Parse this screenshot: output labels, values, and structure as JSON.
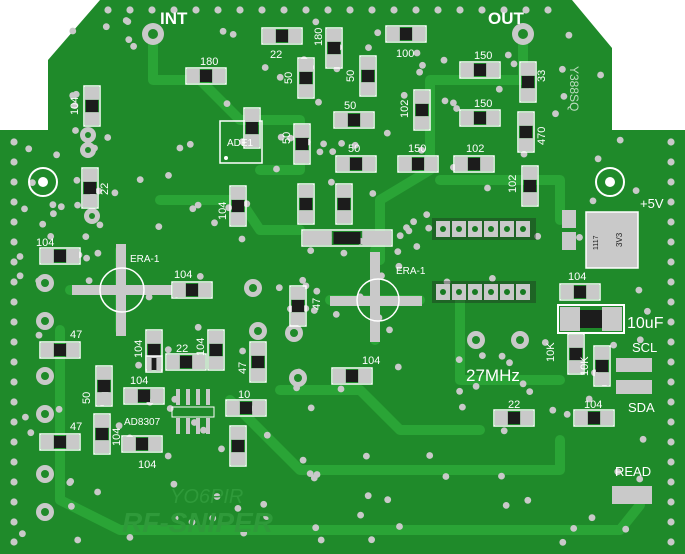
{
  "board": {
    "title": "RF-SNIPER",
    "author": "YO6PIR",
    "version_mark": "Y388SQ",
    "colors": {
      "board": "#1f8a2a",
      "board_dark": "#187a22",
      "trace": "#2aa436",
      "pad": "#c9c9c9",
      "silk": "#ffffff",
      "smd_body": "#1c1c1c",
      "background": "#ffffff"
    }
  },
  "connectors": {
    "in_label": "INT",
    "out_label": "OUT",
    "power_label": "+5V",
    "scl_label": "SCL",
    "sda_label": "SDA",
    "read_label": "READ"
  },
  "ics": {
    "amp1": "ERA-1",
    "amp2": "ERA-1",
    "mixer": "ADE1",
    "detector": "AD8307",
    "regulator": "3V3",
    "regulator_marking": "1117"
  },
  "crystal": "27MHz",
  "capacitor_big": "10uF",
  "components": [
    {
      "id": "c1",
      "text": "22"
    },
    {
      "id": "c2",
      "text": "180"
    },
    {
      "id": "c3",
      "text": "100"
    },
    {
      "id": "c4",
      "text": "180"
    },
    {
      "id": "c5",
      "text": "50"
    },
    {
      "id": "c6",
      "text": "50"
    },
    {
      "id": "c7",
      "text": "150"
    },
    {
      "id": "c8",
      "text": "33"
    },
    {
      "id": "c9",
      "text": "104"
    },
    {
      "id": "c10",
      "text": "50"
    },
    {
      "id": "c11",
      "text": "102"
    },
    {
      "id": "c12",
      "text": "150"
    },
    {
      "id": "c13",
      "text": "50"
    },
    {
      "id": "c14",
      "text": "50"
    },
    {
      "id": "c15",
      "text": "150"
    },
    {
      "id": "c16",
      "text": "102"
    },
    {
      "id": "c17",
      "text": "470"
    },
    {
      "id": "c18",
      "text": "22"
    },
    {
      "id": "c19",
      "text": "102"
    },
    {
      "id": "c20",
      "text": "104"
    },
    {
      "id": "c21",
      "text": "104"
    },
    {
      "id": "c22",
      "text": "104"
    },
    {
      "id": "c23",
      "text": "47"
    },
    {
      "id": "c24",
      "text": "104"
    },
    {
      "id": "c25",
      "text": "47"
    },
    {
      "id": "c26",
      "text": "104"
    },
    {
      "id": "c27",
      "text": "22"
    },
    {
      "id": "c28",
      "text": "104"
    },
    {
      "id": "c29",
      "text": "47"
    },
    {
      "id": "c30",
      "text": "104"
    },
    {
      "id": "c31",
      "text": "50"
    },
    {
      "id": "c32",
      "text": "104"
    },
    {
      "id": "c33",
      "text": "10"
    },
    {
      "id": "c34",
      "text": "47"
    },
    {
      "id": "c35",
      "text": "104"
    },
    {
      "id": "c36",
      "text": "104"
    },
    {
      "id": "c37",
      "text": "22"
    },
    {
      "id": "c38",
      "text": "104"
    },
    {
      "id": "c39",
      "text": "10K"
    },
    {
      "id": "c40",
      "text": "10K"
    }
  ]
}
